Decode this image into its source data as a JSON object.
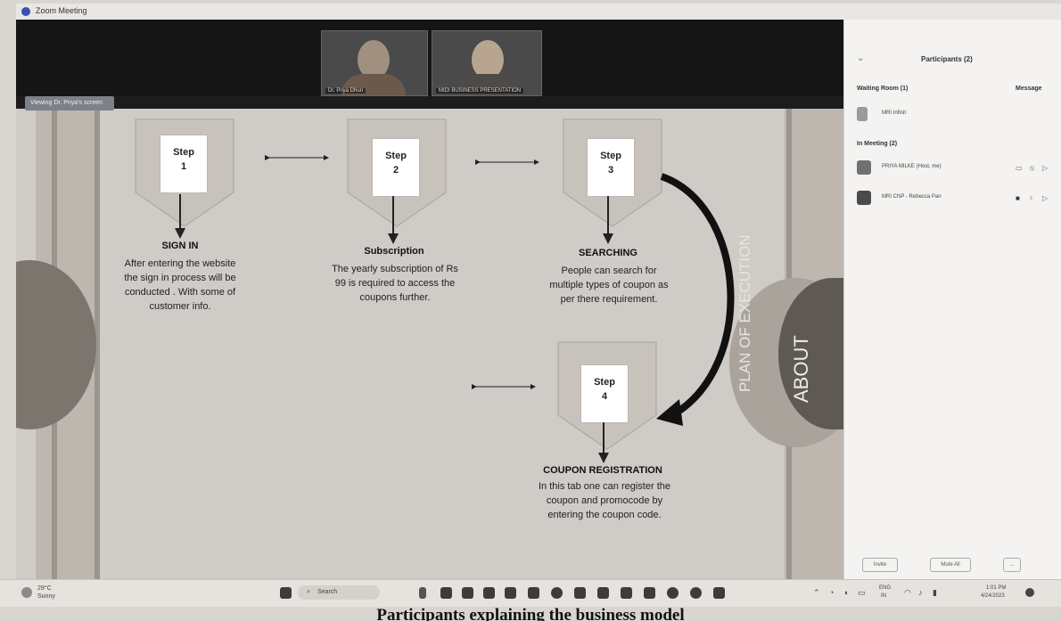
{
  "window": {
    "title": "Zoom Meeting",
    "controls": [
      "—",
      "▢",
      "✕"
    ]
  },
  "meeting": {
    "tiles": [
      {
        "name": "Dr. Priya Dhuri"
      },
      {
        "name": "MIDI BUSINESS PRESENTATION"
      }
    ],
    "share_label": "Viewing Dr. Priya's screen"
  },
  "slide": {
    "vertical_labels": [
      "PLAN OF EXECUTION",
      "ABOUT"
    ],
    "steps": [
      {
        "label": "Step",
        "num": "1",
        "title": "SIGN IN",
        "desc": [
          "After entering the website",
          "the sign in process will be",
          "conducted . With some of",
          "customer info."
        ]
      },
      {
        "label": "Step",
        "num": "2",
        "title": "Subscription",
        "desc": [
          "The yearly subscription of Rs",
          "99 is required to access the",
          "coupons further."
        ]
      },
      {
        "label": "Step",
        "num": "3",
        "title": "SEARCHING",
        "desc": [
          "People can search for",
          "multiple types of coupon as",
          "per there requirement."
        ]
      },
      {
        "label": "Step",
        "num": "4",
        "title": "COUPON REGISTRATION",
        "desc": [
          "In this tab one can register the",
          "coupon and promocode by",
          "entering the coupon code."
        ]
      }
    ]
  },
  "panel": {
    "title": "Participants (2)",
    "waiting_room": "Waiting Room (1)",
    "message": "Message",
    "waiting": [
      {
        "name": "MRI Infinit"
      }
    ],
    "in_meeting_label": "In Meeting (2)",
    "participants": [
      {
        "name": "PRIYA MILKE (Host, me)"
      },
      {
        "name": "MRI CNP - Rebecca Pan"
      }
    ],
    "buttons": [
      "Invite",
      "Mute All",
      "..."
    ]
  },
  "taskbar": {
    "weather_temp": "29°C",
    "weather_desc": "Sunny",
    "search_placeholder": "Search",
    "lang_top": "ENG",
    "lang_bottom": "IN",
    "time": "1:01 PM",
    "date": "4/24/2023"
  },
  "caption": "Participants explaining the business model"
}
